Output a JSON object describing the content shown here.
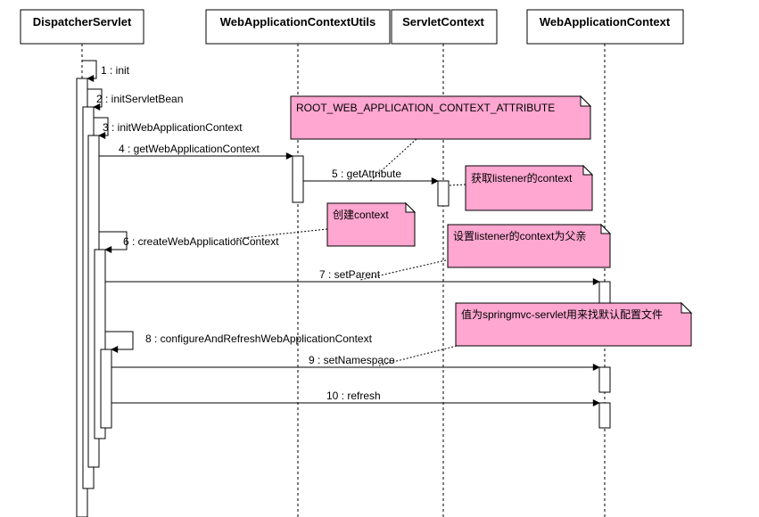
{
  "lifelines": {
    "dispatcher": "DispatcherServlet",
    "utils": "WebApplicationContextUtils",
    "servlet_context": "ServletContext",
    "web_app_context": "WebApplicationContext"
  },
  "messages": {
    "m1": "1 : init",
    "m2": "2 : initServletBean",
    "m3": "3 : initWebApplicationContext",
    "m4": "4 : getWebApplicationContext",
    "m5": "5 : getAttribute",
    "m6": "6 : createWebApplicationContext",
    "m7": "7 : setParent",
    "m8": "8 : configureAndRefreshWebApplicationContext",
    "m9": "9 : setNamespace",
    "m10": "10 : refresh"
  },
  "notes": {
    "root_attr": "ROOT_WEB_APPLICATION_CONTEXT_ATTRIBUTE",
    "get_listener": "获取listener的context",
    "create": "创建context",
    "set_parent": "设置listener的context为父亲",
    "namespace": "值为springmvc-servlet用来找默认配置文件"
  },
  "colors": {
    "note_fill": "#ffa6d1",
    "line": "#000000",
    "background": "#ffffff"
  }
}
